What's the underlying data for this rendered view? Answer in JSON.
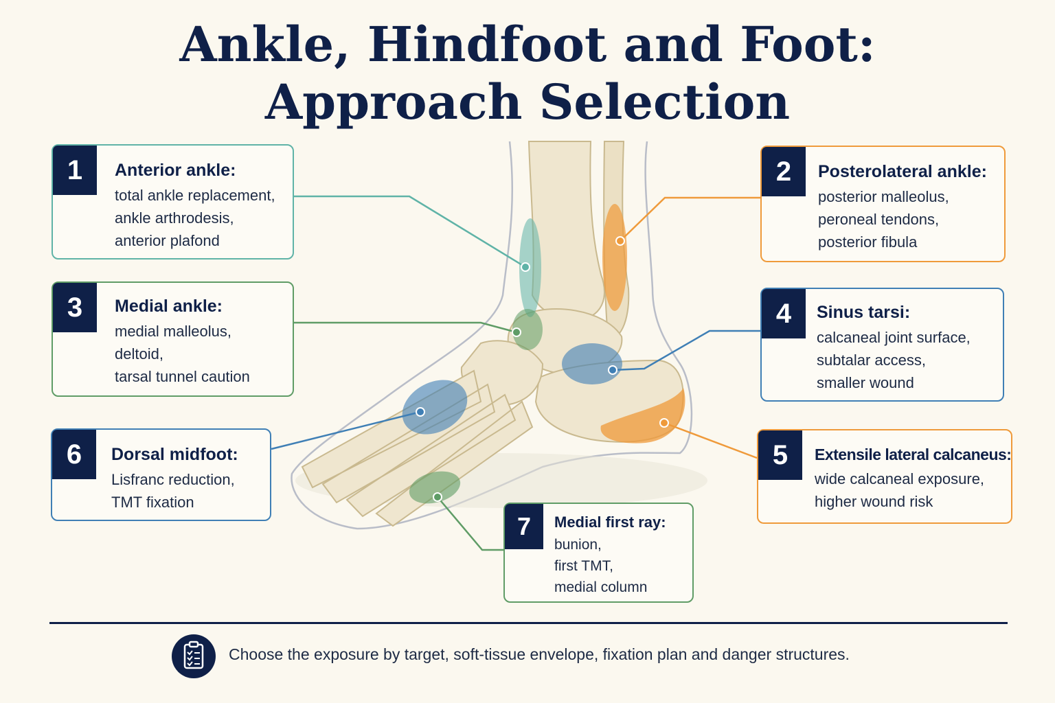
{
  "title": {
    "line1": "Ankle, Hindfoot and Foot:",
    "line2": "Approach Selection"
  },
  "colors": {
    "navy": "#0f2048",
    "teal": "#5fb3a7",
    "orange": "#ef9a3a",
    "green": "#5f9c66",
    "blue": "#3f7fb5",
    "bone": "#efe6cf"
  },
  "approaches": [
    {
      "number": "1",
      "heading": "Anterior ankle:",
      "lines": [
        "total ankle replacement,",
        "ankle arthrodesis,",
        "anterior plafond"
      ]
    },
    {
      "number": "2",
      "heading": "Posterolateral ankle:",
      "lines": [
        "posterior malleolus,",
        "peroneal tendons,",
        "posterior fibula"
      ]
    },
    {
      "number": "3",
      "heading": "Medial ankle:",
      "lines": [
        "medial malleolus,",
        "deltoid,",
        "tarsal tunnel caution"
      ]
    },
    {
      "number": "4",
      "heading": "Sinus tarsi:",
      "lines": [
        "calcaneal joint surface,",
        "subtalar access,",
        "smaller wound"
      ]
    },
    {
      "number": "5",
      "heading": "Extensile lateral calcaneus:",
      "lines": [
        "wide calcaneal exposure,",
        "higher wound risk"
      ]
    },
    {
      "number": "6",
      "heading": "Dorsal midfoot:",
      "lines": [
        "Lisfranc reduction,",
        "TMT fixation"
      ]
    },
    {
      "number": "7",
      "heading": "Medial first ray:",
      "lines": [
        "bunion,",
        "first TMT,",
        "medial column"
      ]
    }
  ],
  "footer": {
    "icon": "clipboard-checklist-icon",
    "text": "Choose the exposure by target, soft-tissue envelope, fixation plan and danger structures."
  }
}
